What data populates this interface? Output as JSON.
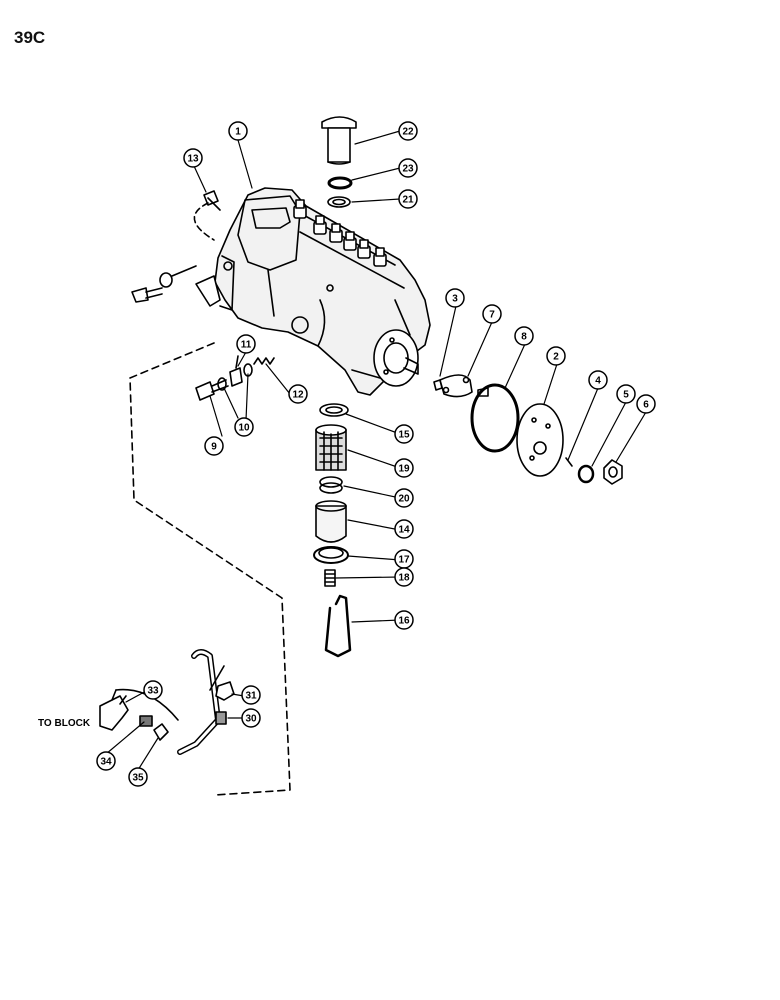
{
  "page": {
    "label": "39C"
  },
  "note": {
    "text": "TO BLOCK"
  },
  "callouts": [
    "1",
    "2",
    "3",
    "4",
    "5",
    "6",
    "7",
    "8",
    "9",
    "10",
    "11",
    "12",
    "13",
    "14",
    "15",
    "16",
    "17",
    "18",
    "19",
    "20",
    "21",
    "22",
    "23",
    "30",
    "31",
    "33",
    "34",
    "35"
  ]
}
